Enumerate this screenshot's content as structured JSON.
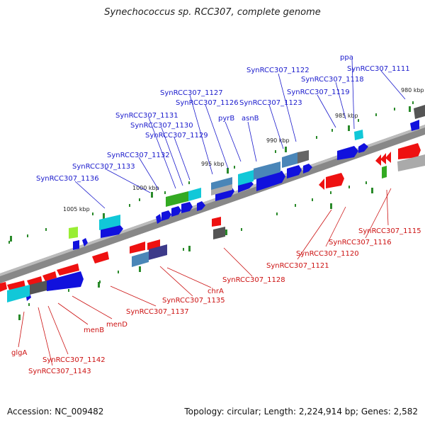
{
  "title": "Synechococcus sp. RCC307, complete genome",
  "footer": {
    "accession": "Accession: NC_009482",
    "summary": "Topology: circular; Length: 2,224,914 bp; Genes: 2,582"
  },
  "ticks": [
    "980 kbp",
    "985 kbp",
    "990 kbp",
    "995 kbp",
    "1000 kbp",
    "1005 kbp"
  ],
  "labels_top": [
    "ppa",
    "SynRCC307_1111",
    "SynRCC307_1122",
    "SynRCC307_1118",
    "SynRCC307_1119",
    "SynRCC307_1127",
    "SynRCC307_1126",
    "SynRCC307_1123",
    "pyrB",
    "asnB",
    "SynRCC307_1131",
    "SynRCC307_1130",
    "SynRCC307_1129",
    "SynRCC307_1132",
    "SynRCC307_1133",
    "SynRCC307_1136"
  ],
  "labels_bottom": [
    "SynRCC307_1115",
    "SynRCC307_1116",
    "SynRCC307_1120",
    "SynRCC307_1121",
    "SynRCC307_1128",
    "chrA",
    "SynRCC307_1135",
    "SynRCC307_1137",
    "menD",
    "menB",
    "glgA",
    "SynRCC307_1142",
    "SynRCC307_1143"
  ],
  "colors": {
    "blue_strand": "#1111dd",
    "red_strand": "#ee1111",
    "cyan": "#11c8d8",
    "steel": "#4a86b8",
    "gray": "#555555",
    "green": "#33aa22",
    "lime": "#99ee33",
    "purple": "#3d3a8a",
    "axis": "#777777",
    "tick_green": "#2a8a2a"
  }
}
